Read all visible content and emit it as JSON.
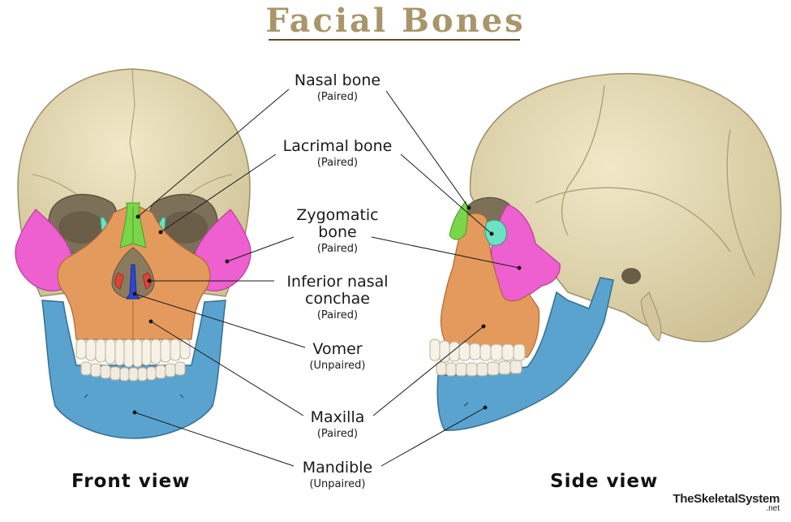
{
  "title": "Facial Bones",
  "views": {
    "front": "Front view",
    "side": "Side view"
  },
  "labels": {
    "nasal": {
      "name": "Nasal bone",
      "sub": "(Paired)"
    },
    "lacrimal": {
      "name": "Lacrimal bone",
      "sub": "(Paired)"
    },
    "zygomatic": {
      "name": "Zygomatic\nbone",
      "sub": "(Paired)"
    },
    "conchae": {
      "name": "Inferior nasal\nconchae",
      "sub": "(Paired)"
    },
    "vomer": {
      "name": "Vomer",
      "sub": "(Unpaired)"
    },
    "maxilla": {
      "name": "Maxilla",
      "sub": "(Paired)"
    },
    "mandible": {
      "name": "Mandible",
      "sub": "(Unpaired)"
    }
  },
  "brand": {
    "name": "TheSkeletalSystem",
    "suffix": ".net"
  },
  "colors": {
    "skull": "#e2d7b0",
    "nasal": "#79d64a",
    "lacrimal": "#6ee0c4",
    "zygomatic": "#ee5fcf",
    "conchae": "#e04437",
    "vomer": "#2c45d8",
    "maxilla": "#e49a5c",
    "mandible": "#5aa3cf",
    "title": "#a8966a"
  }
}
